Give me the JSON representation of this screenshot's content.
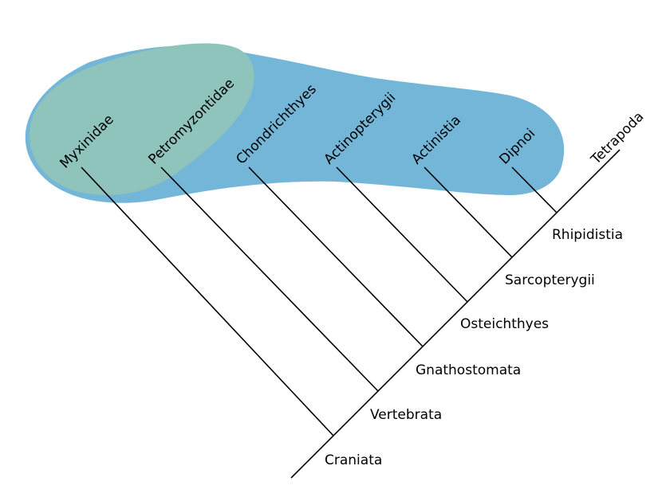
{
  "colors": {
    "outer_fill": "#73b6d8",
    "inner_fill": "#8ec4bc",
    "line_color": "#000000"
  },
  "taxa": [
    "Myxinidae",
    "Petromyzontidae",
    "Chondrichthyes",
    "Actinopterygii",
    "Actinistia",
    "Dipnoi",
    "Tetrapoda"
  ],
  "clades": [
    "Craniata",
    "Vertebrata",
    "Gnathostomata",
    "Osteichthyes",
    "Sarcopterygii",
    "Rhipidistia"
  ]
}
